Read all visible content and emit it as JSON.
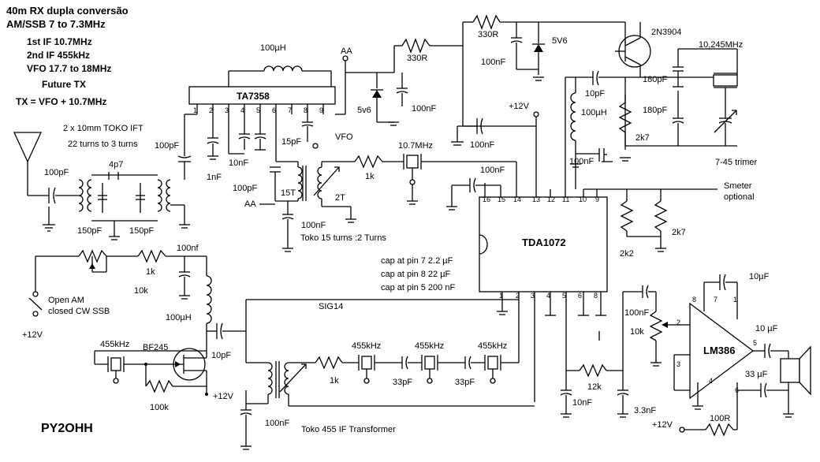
{
  "header": {
    "line1": "40m RX dupla conversão",
    "line2": "AM/SSB     7 to 7.3MHz",
    "line3": "1st IF 10.7MHz",
    "line4": "2nd IF 455kHz",
    "line5": "VFO 17.7 to 18MHz",
    "line6": "Future TX",
    "line7": "TX = VFO + 10.7MHz"
  },
  "callsign": "PY2OHH",
  "ics": {
    "ta7358": "TA7358",
    "tda1072": "TDA1072",
    "lm386": "LM386"
  },
  "labels": {
    "toko_ift": "2 x 10mm TOKO IFT",
    "turns_ift": "22 turns to 3 turns",
    "c_4p7": "4p7",
    "c_100pF_ant": "100pF",
    "c_150pF_a": "150pF",
    "c_150pF_b": "150pF",
    "c_100pF_in": "100pF",
    "l_100uH_top": "100µH",
    "aa_top": "AA",
    "aa_mid": "AA",
    "c_1nF": "1nF",
    "c_10nF_ta": "10nF",
    "c_15pF": "15pF",
    "vfo": "VFO",
    "xtal_10m7": "10.7MHz",
    "r_1k_xtal": "1k",
    "c_100pF_15t": "100pF",
    "t_15T": "15T",
    "t_2T": "2T",
    "c_100nF_toko": "100nF",
    "toko_turns": "Toko 15 turns :2 Turns",
    "r_330R_a": "330R",
    "r_330R_b": "330R",
    "z_5v6_a": "5v6",
    "z_5v6_b": "5V6",
    "c_100nF_z1": "100nF",
    "c_100nF_z2": "100nF",
    "q_2n3904": "2N3904",
    "xtal_10245": "10,245MHz",
    "c_180pF_a": "180pF",
    "c_180pF_b": "180pF",
    "r_2k7_osc": "2k7",
    "trimmer": "7-45 trimer",
    "v12_top": "+12V",
    "c_100nF_12": "100nF",
    "c_10pF_osc": "10pF",
    "l_100uH_osc": "100µH",
    "c_100nF_osc": "100nF",
    "c_100nF_p15": "100nF",
    "smeter": "Smeter",
    "smeter_opt": "optional",
    "r_2k2": "2k2",
    "r_2k7_sm": "2k7",
    "cap_pin7": "cap at pin 7    2.2 µF",
    "cap_pin8": "cap at pin 8    22 µF",
    "cap_pin5": "cap at pin 5   200 nF",
    "c_100nf_small": "100nf",
    "r_1k_am": "1k",
    "r_10k_am": "10k",
    "open_am": "Open AM",
    "closed_cw": "closed CW SSB",
    "v12_left": "+12V",
    "l_100uH_bf": "100µH",
    "sig14": "SIG14",
    "c_10pF_bf": "10pF",
    "x455_a": "455kHz",
    "bf245": "BF245",
    "r_100k": "100k",
    "v12_bf": "+12V",
    "c_100nF_bottom": "100nF",
    "toko455": "Toko 455 IF Transformer",
    "r_1k_455": "1k",
    "x455_b": "455kHz",
    "x455_c": "455kHz",
    "x455_d": "455kHz",
    "c_33pF_a": "33pF",
    "c_33pF_b": "33pF",
    "r_12k": "12k",
    "c_10nF_b": "10nF",
    "c_3n3": "3.3nF",
    "c_100nF_vol": "100nF",
    "r_10k_vol": "10k",
    "c_10uF_top": "10µF",
    "c_10uF_out": "10 µF",
    "c_33uF": "33 µF",
    "r_100R": "100R",
    "v12_lm": "+12V"
  },
  "pin_numbers": {
    "ta": [
      "1",
      "2",
      "3",
      "4",
      "5",
      "6",
      "7",
      "8",
      "9"
    ],
    "tda_top": [
      "16",
      "15",
      "14",
      "13",
      "12",
      "11",
      "10",
      "9"
    ],
    "tda_bot": [
      "1",
      "2",
      "3",
      "4",
      "5",
      "6",
      "7",
      "8"
    ],
    "lm": [
      "8",
      "7",
      "1",
      "2",
      "3",
      "4",
      "5",
      "6"
    ]
  }
}
